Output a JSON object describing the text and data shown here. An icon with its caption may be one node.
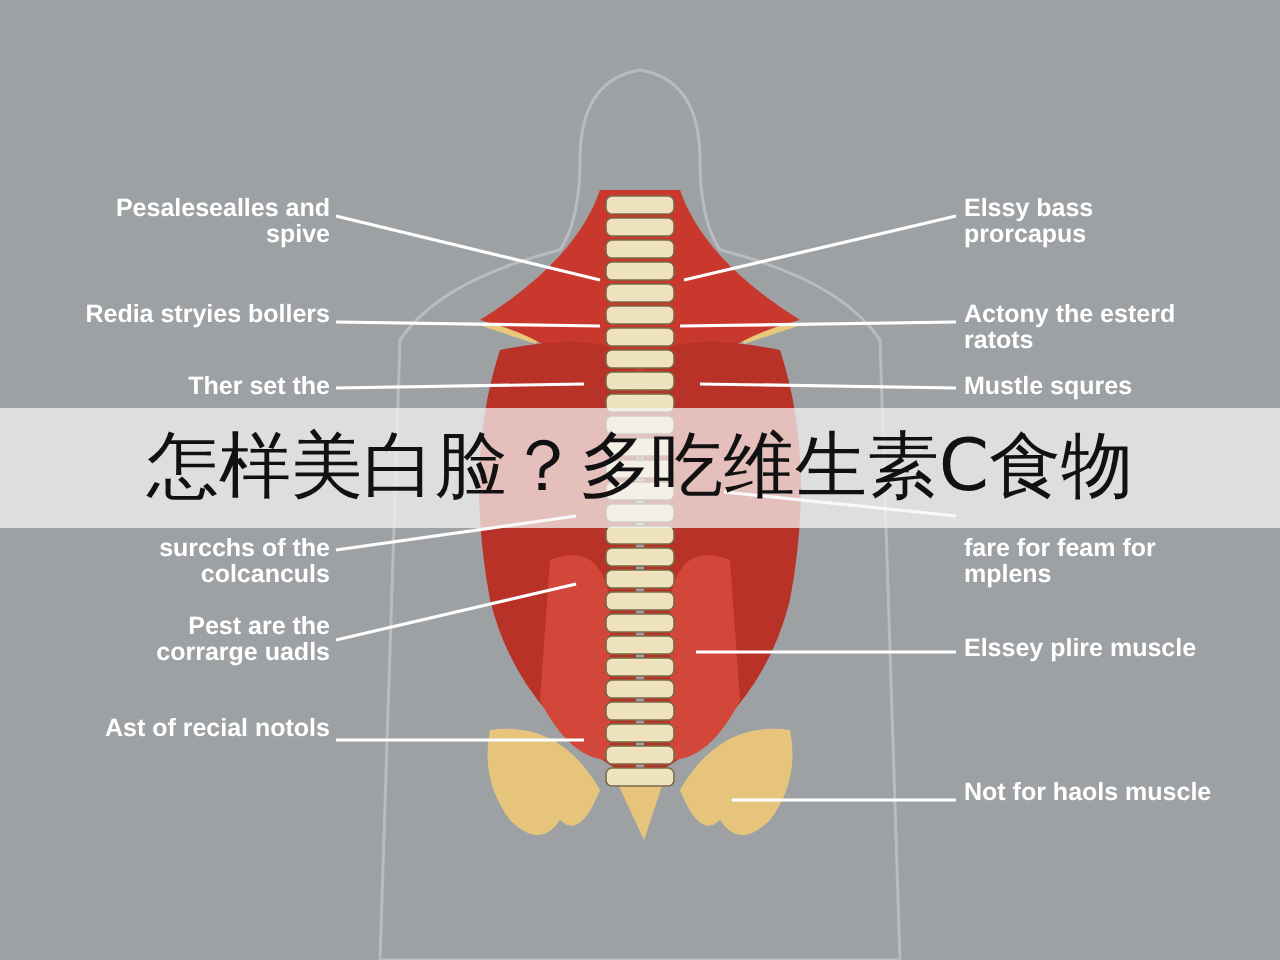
{
  "diagram": {
    "title": "怎样美白脸？多吃维生素C食物",
    "nodes": [
      {
        "text": [
          "Pesalesealles and spive"
        ]
      },
      {
        "text": [
          "Redia stryies bollers"
        ]
      },
      {
        "text": [
          "Ther set the"
        ]
      },
      {
        "text": [
          "surcchs of the colcanculs"
        ]
      },
      {
        "text": [
          "Pest are the corrarge uadls"
        ]
      },
      {
        "text": [
          "Ast of recial notols"
        ]
      },
      {
        "text": [
          "Elssy bass prorcapus"
        ]
      },
      {
        "text": [
          "Actony the esterd ratots"
        ]
      },
      {
        "text": [
          "Mustle squres"
        ]
      },
      {
        "text": [
          "fare for feam for mplens"
        ]
      },
      {
        "text": [
          "Elssey plire muscle"
        ]
      },
      {
        "text": [
          "Not for haols muscle"
        ]
      }
    ],
    "edges": [
      {
        "from": 0,
        "to": null,
        "arrow": "none"
      },
      {
        "from": 1,
        "to": null,
        "arrow": "none"
      },
      {
        "from": 2,
        "to": null,
        "arrow": "none"
      },
      {
        "from": 3,
        "to": null,
        "arrow": "none"
      },
      {
        "from": 4,
        "to": null,
        "arrow": "none"
      },
      {
        "from": 5,
        "to": null,
        "arrow": "none"
      },
      {
        "from": 6,
        "to": null,
        "arrow": "none"
      },
      {
        "from": 7,
        "to": null,
        "arrow": "none"
      },
      {
        "from": 8,
        "to": null,
        "arrow": "none"
      },
      {
        "from": 9,
        "to": null,
        "arrow": "none"
      },
      {
        "from": 10,
        "to": null,
        "arrow": "none"
      },
      {
        "from": 11,
        "to": null,
        "arrow": "none"
      }
    ]
  }
}
